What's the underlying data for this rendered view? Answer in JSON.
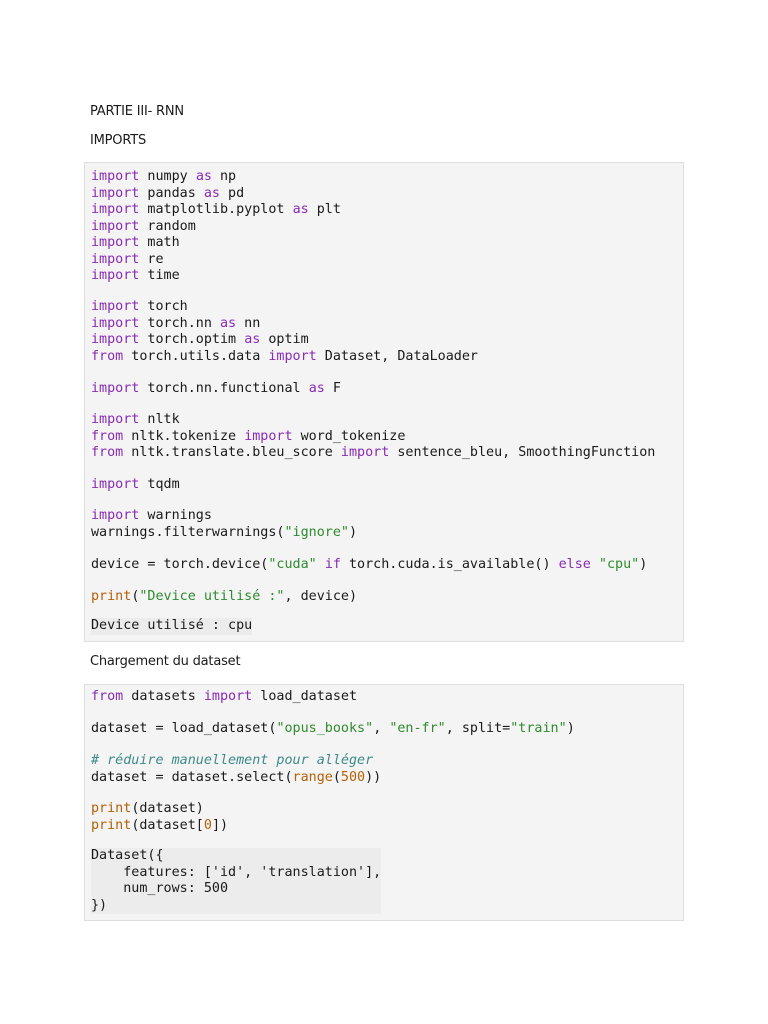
{
  "title": "PARTIE III- RNN",
  "section_imports": "IMPORTS",
  "section_dataset": "Chargement du dataset",
  "cell1": {
    "block1": [
      [
        [
          "import",
          "k"
        ],
        [
          " numpy ",
          ""
        ],
        [
          "as",
          "k"
        ],
        [
          " np",
          ""
        ]
      ],
      [
        [
          "import",
          "k"
        ],
        [
          " pandas ",
          ""
        ],
        [
          "as",
          "k"
        ],
        [
          " pd",
          ""
        ]
      ],
      [
        [
          "import",
          "k"
        ],
        [
          " matplotlib.pyplot ",
          ""
        ],
        [
          "as",
          "k"
        ],
        [
          " plt",
          ""
        ]
      ],
      [
        [
          "import",
          "k"
        ],
        [
          " random",
          ""
        ]
      ],
      [
        [
          "import",
          "k"
        ],
        [
          " math",
          ""
        ]
      ],
      [
        [
          "import",
          "k"
        ],
        [
          " re",
          ""
        ]
      ],
      [
        [
          "import",
          "k"
        ],
        [
          " time",
          ""
        ]
      ]
    ],
    "block2": [
      [
        [
          "import",
          "k"
        ],
        [
          " torch",
          ""
        ]
      ],
      [
        [
          "import",
          "k"
        ],
        [
          " torch.nn ",
          ""
        ],
        [
          "as",
          "k"
        ],
        [
          " nn",
          ""
        ]
      ],
      [
        [
          "import",
          "k"
        ],
        [
          " torch.optim ",
          ""
        ],
        [
          "as",
          "k"
        ],
        [
          " optim",
          ""
        ]
      ],
      [
        [
          "from",
          "k"
        ],
        [
          " torch.utils.data ",
          ""
        ],
        [
          "import",
          "k"
        ],
        [
          " Dataset, DataLoader",
          ""
        ]
      ]
    ],
    "block3": [
      [
        [
          "import",
          "k"
        ],
        [
          " torch.nn.functional ",
          ""
        ],
        [
          "as",
          "k"
        ],
        [
          " F",
          ""
        ]
      ]
    ],
    "block4": [
      [
        [
          "import",
          "k"
        ],
        [
          " nltk",
          ""
        ]
      ],
      [
        [
          "from",
          "k"
        ],
        [
          " nltk.tokenize ",
          ""
        ],
        [
          "import",
          "k"
        ],
        [
          " word_tokenize",
          ""
        ]
      ],
      [
        [
          "from",
          "k"
        ],
        [
          " nltk.translate.bleu_score ",
          ""
        ],
        [
          "import",
          "k"
        ],
        [
          " sentence_bleu, SmoothingFunction",
          ""
        ]
      ]
    ],
    "block5": [
      [
        [
          "import",
          "k"
        ],
        [
          " tqdm",
          ""
        ]
      ]
    ],
    "block6": [
      [
        [
          "import",
          "k"
        ],
        [
          " warnings",
          ""
        ]
      ],
      [
        [
          "warnings.filterwarnings(",
          ""
        ],
        [
          "\"ignore\"",
          "s"
        ],
        [
          ")",
          ""
        ]
      ]
    ],
    "block7": [
      [
        [
          "device = torch.device(",
          ""
        ],
        [
          "\"cuda\"",
          "s"
        ],
        [
          " ",
          ""
        ],
        [
          "if",
          "k"
        ],
        [
          " torch.cuda.is_available() ",
          ""
        ],
        [
          "else",
          "k"
        ],
        [
          " ",
          ""
        ],
        [
          "\"cpu\"",
          "s"
        ],
        [
          ")",
          ""
        ]
      ]
    ],
    "block8": [
      [
        [
          "print",
          "f"
        ],
        [
          "(",
          ""
        ],
        [
          "\"Device utilisé :\"",
          "s"
        ],
        [
          ", device)",
          ""
        ]
      ]
    ],
    "output": "Device utilisé : cpu"
  },
  "cell2": {
    "block1": [
      [
        [
          "from",
          "k"
        ],
        [
          " datasets ",
          ""
        ],
        [
          "import",
          "k"
        ],
        [
          " load_dataset",
          ""
        ]
      ]
    ],
    "block2": [
      [
        [
          "dataset = load_dataset(",
          ""
        ],
        [
          "\"opus_books\"",
          "s"
        ],
        [
          ", ",
          ""
        ],
        [
          "\"en-fr\"",
          "s"
        ],
        [
          ", split=",
          ""
        ],
        [
          "\"train\"",
          "s"
        ],
        [
          ")",
          ""
        ]
      ]
    ],
    "block3": [
      [
        [
          "# réduire manuellement pour alléger",
          "c"
        ]
      ],
      [
        [
          "dataset = dataset.select(",
          ""
        ],
        [
          "range",
          "f"
        ],
        [
          "(",
          ""
        ],
        [
          "500",
          "n"
        ],
        [
          "))",
          ""
        ]
      ]
    ],
    "block4": [
      [
        [
          "print",
          "f"
        ],
        [
          "(dataset)",
          ""
        ]
      ],
      [
        [
          "print",
          "f"
        ],
        [
          "(dataset[",
          ""
        ],
        [
          "0",
          "n"
        ],
        [
          "])",
          ""
        ]
      ]
    ],
    "output": "Dataset({\n    features: ['id', 'translation'],\n    num_rows: 500\n})"
  }
}
